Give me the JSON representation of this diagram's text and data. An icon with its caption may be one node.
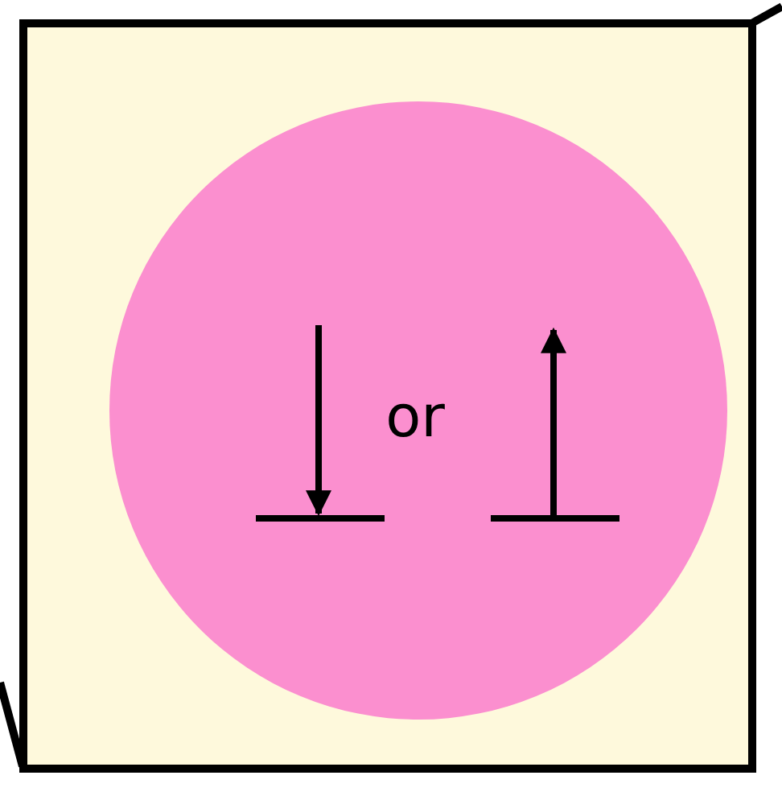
{
  "diagram": {
    "nodes": [
      {
        "text": [],
        "shape": "box"
      },
      {
        "text": [
          "or"
        ],
        "in": 0
      }
    ]
  }
}
